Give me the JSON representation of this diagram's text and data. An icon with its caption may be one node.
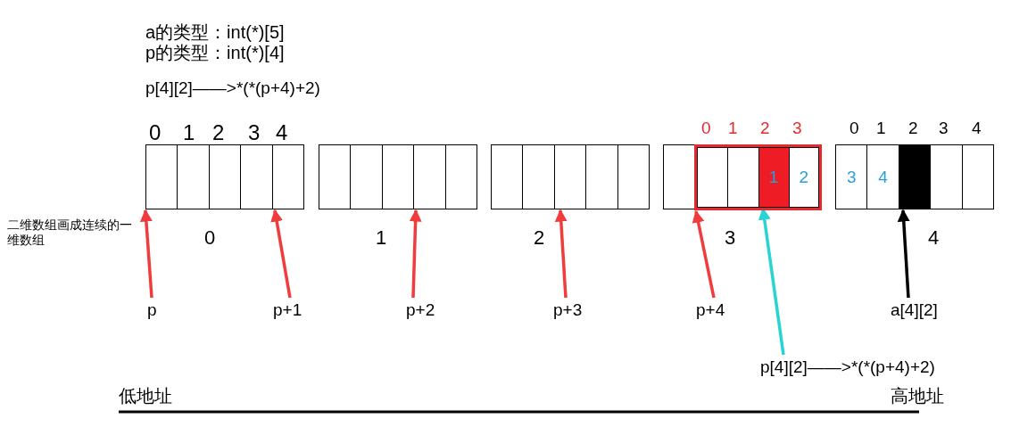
{
  "diagram": {
    "nodes": [
      {
        "text": [],
        "shape": "box"
      },
      {
        "text": [],
        "shape": "box"
      },
      {
        "text": [],
        "shape": "box"
      },
      {
        "text": [],
        "shape": "box"
      },
      {
        "text": [],
        "shape": "box"
      },
      {
        "text": [],
        "shape": "box"
      },
      {
        "text": [],
        "shape": "box"
      },
      {
        "text": [],
        "shape": "box"
      },
      {
        "text": [],
        "shape": "box"
      },
      {
        "text": [],
        "shape": "box"
      },
      {
        "text": [],
        "shape": "box"
      },
      {
        "text": [],
        "shape": "box"
      },
      {
        "text": [],
        "shape": "box"
      },
      {
        "text": [],
        "shape": "box"
      },
      {
        "text": [],
        "shape": "box"
      },
      {
        "text": [],
        "shape": "box"
      },
      {
        "text": [],
        "shape": "box"
      },
      {
        "text": [],
        "shape": "box",
        "in": 16
      },
      {
        "text": [],
        "shape": "box",
        "in": 16
      },
      {
        "text": [
          "1"
        ],
        "in": 16
      },
      {
        "text": [
          "2"
        ],
        "in": 16
      },
      {
        "text": [
          "3"
        ]
      },
      {
        "text": [
          "4"
        ]
      },
      {
        "text": [],
        "shape": "box"
      },
      {
        "text": [],
        "shape": "box"
      },
      {
        "text": [],
        "shape": "box"
      },
      {
        "text": [
          "p"
        ]
      },
      {
        "text": [
          "p+1"
        ]
      },
      {
        "text": [
          "p+2"
        ]
      },
      {
        "text": [
          "p+3"
        ]
      },
      {
        "text": [
          "p+4"
        ]
      },
      {
        "text": [
          "a[4][2]"
        ]
      },
      {
        "text": [
          "p[4][2]——>*(*(p+4)+2)"
        ]
      }
    ],
    "edges": [
      {
        "from": 26,
        "to": 0,
        "arrow": "to"
      },
      {
        "from": 27,
        "to": 4,
        "arrow": "to"
      },
      {
        "from": 28,
        "to": 8,
        "arrow": "to"
      },
      {
        "from": 29,
        "to": 12,
        "arrow": "to"
      },
      {
        "from": 30,
        "to": 16,
        "arrow": "to"
      },
      {
        "from": 31,
        "to": 23,
        "arrow": "to",
        "color": "#000000"
      },
      {
        "from": 32,
        "to": 19,
        "arrow": "to",
        "color": "#2ad4d4"
      }
    ],
    "labels": [
      "a的类型：int(*)[5]",
      "p的类型：int(*)[4]",
      "p[4][2]——>*(*(p+4)+2)",
      "0",
      "1",
      "2",
      "3",
      "4",
      "0",
      "1",
      "2",
      "3",
      "0",
      "1",
      "2",
      "3",
      "4",
      "二维数组画成连续的一维数组",
      "0",
      "1",
      "2",
      "3",
      "4",
      "低地址",
      "高地址"
    ]
  }
}
